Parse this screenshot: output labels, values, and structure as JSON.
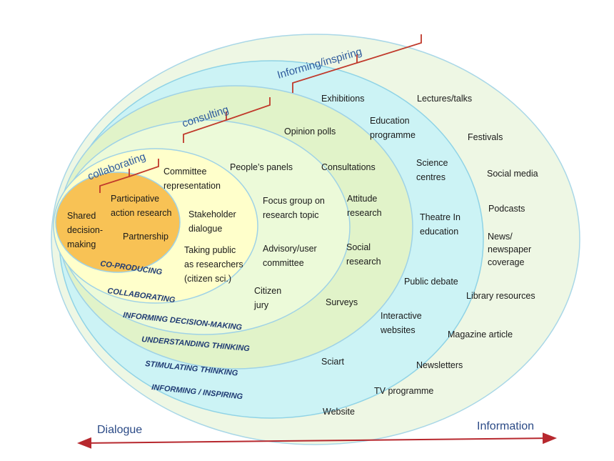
{
  "colors": {
    "ring_outer": "#eef7e4",
    "ring_informing": "#ccf3f5",
    "ring_understanding": "#e1f3c9",
    "ring_decision": "#ecfad9",
    "ring_collaborating": "#ffffcb",
    "ring_coproducing": "#f8c255",
    "ring_stroke": "#a9d7e7",
    "bracket": "#c0392b",
    "arrow": "#b7282e"
  },
  "categories": {
    "informing": "Informing/inspiring",
    "consulting": "consulting",
    "collaborating": "collaborating"
  },
  "bands": {
    "coproducing": "CO-PRODUCING",
    "collaborating": "COLLABORATING",
    "decision": "INFORMING DECISION-MAKING",
    "understanding": "UNDERSTANDING THINKING",
    "stimulating": "STIMULATING THINKING",
    "informing": "INFORMING / INSPIRING"
  },
  "axis": {
    "left": "Dialogue",
    "right": "Information"
  },
  "core": {
    "shared": [
      "Shared",
      "decision-",
      "making"
    ],
    "participative": [
      "Participative",
      "action research"
    ],
    "partnership": "Partnership"
  },
  "collab": {
    "committee": [
      "Committee",
      "representation"
    ],
    "stakeholder": [
      "Stakeholder",
      "dialogue"
    ],
    "taking_public": [
      "Taking public",
      "as researchers",
      "(citizen sci.)"
    ]
  },
  "decision": {
    "peoples_panels": "People’s panels",
    "focus_group": [
      "Focus group on",
      "research topic"
    ],
    "advisory": [
      "Advisory/user",
      "committee"
    ],
    "citizen_jury": [
      "Citizen",
      "jury"
    ]
  },
  "understanding": {
    "opinion_polls": "Opinion polls",
    "consultations": "Consultations",
    "attitude": [
      "Attitude",
      "research"
    ],
    "social": [
      "Social",
      "research"
    ],
    "surveys": "Surveys"
  },
  "stimulating": {
    "exhibitions": "Exhibitions",
    "education": [
      "Education",
      "programme"
    ],
    "science_centres": [
      "Science",
      "centres"
    ],
    "theatre": [
      "Theatre In",
      "education"
    ],
    "public_debate": "Public debate",
    "interactive": [
      "Interactive",
      "websites"
    ],
    "sciart": "Sciart"
  },
  "informing": {
    "lectures": "Lectures/talks",
    "festivals": "Festivals",
    "social_media": "Social media",
    "podcasts": "Podcasts",
    "news": [
      "News/",
      "newspaper",
      "coverage"
    ],
    "library": "Library resources",
    "magazine": "Magazine article",
    "newsletters": "Newsletters",
    "tv": "TV programme",
    "website": "Website"
  }
}
